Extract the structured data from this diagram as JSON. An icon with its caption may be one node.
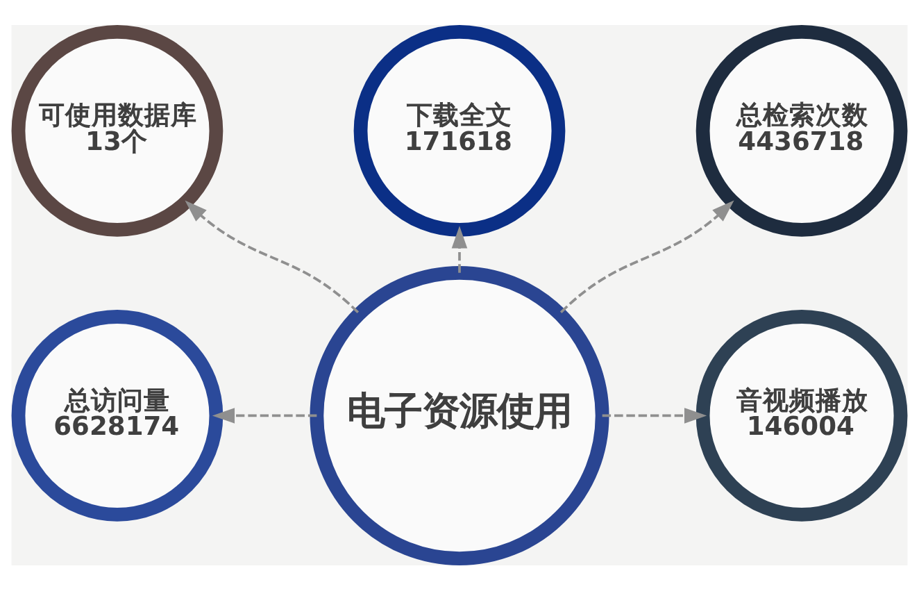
{
  "diagram": {
    "nodes": [
      {
        "text": [
          "下载全文",
          "171618"
        ]
      },
      {
        "text": [
          "可使用数据库",
          "13个"
        ]
      },
      {
        "text": [
          "总检索次数",
          "4436718"
        ]
      },
      {
        "text": [
          "电子资源使用"
        ]
      },
      {
        "text": [
          "总访问量",
          "6628174"
        ]
      },
      {
        "text": [
          "音视频播放",
          "146004"
        ]
      }
    ],
    "edges": [
      {
        "from": 3,
        "to": 1,
        "arrow": "to",
        "style": "dashed"
      },
      {
        "from": 3,
        "to": 0,
        "arrow": "to",
        "style": "dashed"
      },
      {
        "from": 3,
        "to": 2,
        "arrow": "to",
        "style": "dashed"
      },
      {
        "from": 3,
        "to": 4,
        "arrow": "to",
        "style": "dashed"
      },
      {
        "from": 3,
        "to": 5,
        "arrow": "to",
        "style": "dashed"
      }
    ]
  }
}
